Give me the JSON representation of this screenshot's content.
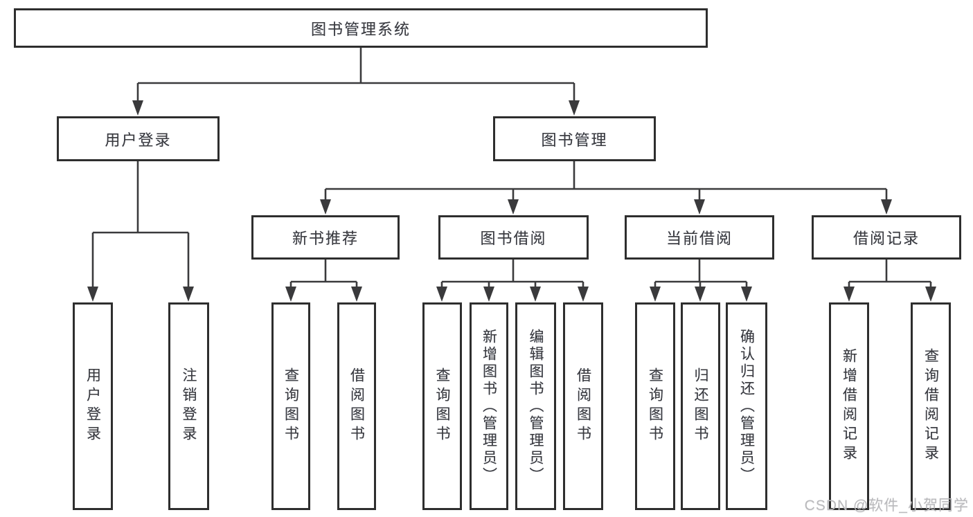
{
  "diagram": {
    "root": {
      "label": "图书管理系统"
    },
    "branches": [
      {
        "label": "用户登录",
        "children": [
          {
            "label": "用户登录"
          },
          {
            "label": "注销登录"
          }
        ]
      },
      {
        "label": "图书管理",
        "children": [
          {
            "label": "新书推荐",
            "children": [
              {
                "label": "查询图书"
              },
              {
                "label": "借阅图书"
              }
            ]
          },
          {
            "label": "图书借阅",
            "children": [
              {
                "label": "查询图书"
              },
              {
                "label": "新增图书（管理员）"
              },
              {
                "label": "编辑图书（管理员）"
              },
              {
                "label": "借阅图书"
              }
            ]
          },
          {
            "label": "当前借阅",
            "children": [
              {
                "label": "查询图书"
              },
              {
                "label": "归还图书"
              },
              {
                "label": "确认归还（管理员）"
              }
            ]
          },
          {
            "label": "借阅记录",
            "children": [
              {
                "label": "新增借阅记录"
              },
              {
                "label": "查询借阅记录"
              }
            ]
          }
        ]
      }
    ]
  },
  "watermark": "CSDN @软件_小贺同学",
  "colors": {
    "line": "#3a3a3c",
    "box_border": "#2e2e2e",
    "text": "#3b3b3f",
    "watermark": "#b9b9bc",
    "background": "#ffffff"
  }
}
